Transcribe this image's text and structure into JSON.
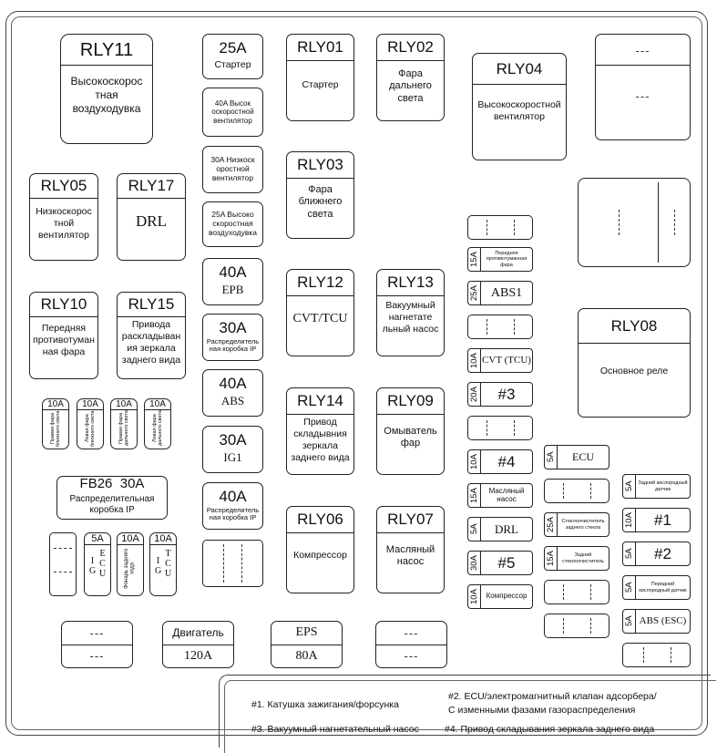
{
  "relays": {
    "rly11": {
      "title": "RLY11",
      "desc": "Высокоскорос тная воздуходувка"
    },
    "rly01": {
      "title": "RLY01",
      "desc": "Стартер"
    },
    "rly02": {
      "title": "RLY02",
      "desc": "Фара дальнего света"
    },
    "rly04": {
      "title": "RLY04",
      "desc": "Высокоскоростной вентилятор"
    },
    "rly05": {
      "title": "RLY05",
      "desc": "Низкоскорос тной вентилятор"
    },
    "rly17": {
      "title": "RLY17",
      "desc": "DRL"
    },
    "rly03": {
      "title": "RLY03",
      "desc": "Фара ближнего света"
    },
    "rly10": {
      "title": "RLY10",
      "desc": "Передняя противотуман ная фара"
    },
    "rly15": {
      "title": "RLY15",
      "desc": "Привода раскладыван ия зеркала заднего вида"
    },
    "rly12": {
      "title": "RLY12",
      "desc": "CVT/TCU"
    },
    "rly13": {
      "title": "RLY13",
      "desc": "Вакуумный нагнетате льный насос"
    },
    "rly08": {
      "title": "RLY08",
      "desc": "Основное реле"
    },
    "rly14": {
      "title": "RLY14",
      "desc": "Привод складывния зеркала заднего вида"
    },
    "rly09": {
      "title": "RLY09",
      "desc": "Омыватель фар"
    },
    "rly06": {
      "title": "RLY06",
      "desc": "Компрессор"
    },
    "rly07": {
      "title": "RLY07",
      "desc": "Масляный насос"
    }
  },
  "center_fuses": {
    "f25a": {
      "amp": "25A",
      "name": "Стартер"
    },
    "f40a_fan": {
      "text": "40A Высок оскоростной вентилятор"
    },
    "f30a_fan": {
      "text": "30A Низкоск оростной вентилятор"
    },
    "f25a_blower": {
      "text": "25A Высоко скоростная воздуходувка"
    },
    "f40a_epb": {
      "amp": "40A",
      "name": "EPB"
    },
    "f30a_ip": {
      "amp": "30A",
      "name": "Распределитель ная коробка IP"
    },
    "f40a_abs": {
      "amp": "40A",
      "name": "ABS"
    },
    "f30a_ig1": {
      "amp": "30A",
      "name": "IG1"
    },
    "f40a_ip": {
      "amp": "40A",
      "name": "Распределитель ная коробка IP"
    }
  },
  "small_fuses": {
    "s1": {
      "amp": "10A",
      "name": "Правая фара ближнего света"
    },
    "s2": {
      "amp": "10A",
      "name": "Левая фара ближнего света"
    },
    "s3": {
      "amp": "10A",
      "name": "Правая фара дальнего света"
    },
    "s4": {
      "amp": "10A",
      "name": "Левая фара дальнего света"
    }
  },
  "fb26": {
    "title": "FB26  30A",
    "desc": "Распределительная коробка IP"
  },
  "lower_fuses": {
    "l1": {
      "amp": "5A",
      "a": "I G",
      "b": "E C U"
    },
    "l2": {
      "amp": "10A",
      "name": "Фонарь заднего хода"
    },
    "l3": {
      "amp": "10A",
      "a": "I G",
      "b": "T C U"
    }
  },
  "col1": [
    {
      "amp": "15A",
      "name": "Передняя противотуманная фара",
      "small": true
    },
    {
      "amp": "25A",
      "name": "ABS1"
    },
    {
      "amp": "10A",
      "name": "CVT (TCU)"
    },
    {
      "amp": "20A",
      "name": "#3"
    },
    {
      "amp": "10A",
      "name": "#4"
    },
    {
      "amp": "15A",
      "name": "Масляный насос",
      "small": true
    },
    {
      "amp": "5A",
      "name": "DRL"
    },
    {
      "amp": "30A",
      "name": "#5"
    },
    {
      "amp": "10A",
      "name": "Компрессор",
      "small": true
    }
  ],
  "col2": [
    {
      "amp": "5A",
      "name": "ECU"
    },
    {
      "amp": "25A",
      "name": "Стеклоочиститель заднего стекла",
      "small": true
    },
    {
      "amp": "15A",
      "name": "Задний стеклоочиститель",
      "small": true
    }
  ],
  "col3": [
    {
      "amp": "5A",
      "name": "Задний кислородный датчик",
      "small": true
    },
    {
      "amp": "10A",
      "name": "#1"
    },
    {
      "amp": "5A",
      "name": "#2"
    },
    {
      "amp": "5A",
      "name": "Передний кислородный датчик",
      "small": true
    },
    {
      "amp": "5A",
      "name": "ABS (ESC)"
    }
  ],
  "placeholders": {
    "dash": "---"
  },
  "bottom": {
    "engine": {
      "title": "Двигатель",
      "value": "120A"
    },
    "eps": {
      "title": "EPS",
      "value": "80A"
    }
  },
  "notes": {
    "n1": "#1. Катушка зажигания/форсунка",
    "n2a": "#2. ECU/электромагнитный клапан адсорбера/",
    "n2b": "С изменными фазами газораспределения",
    "n3": "#3. Вакуумный нагнетательный насос",
    "n4": "#4. Привод складывания зеркала заднего вида"
  }
}
